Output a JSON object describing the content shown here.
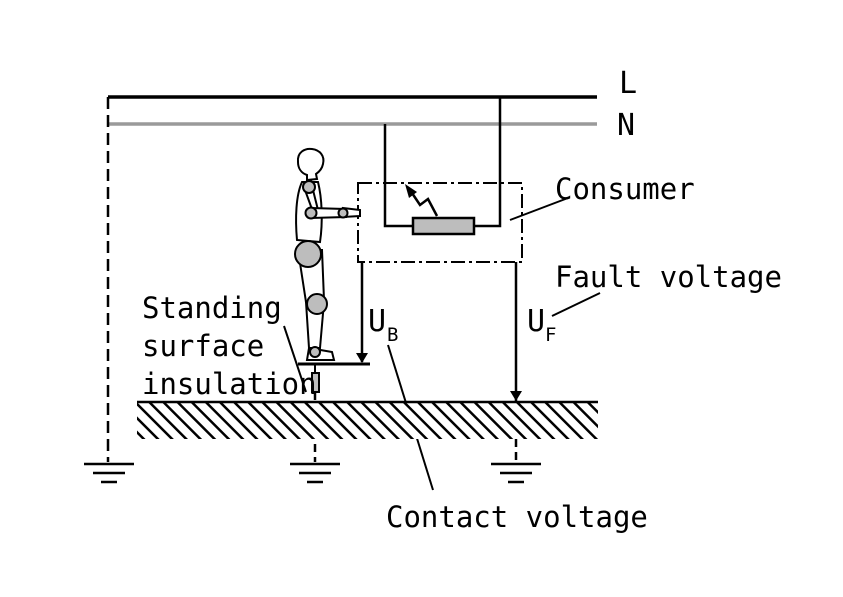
{
  "lines": {
    "live": "L",
    "neutral": "N"
  },
  "labels": {
    "consumer": "Consumer",
    "fault_voltage": "Fault voltage",
    "contact_voltage": "Contact voltage",
    "insulation_line1": "Standing",
    "insulation_line2": "surface",
    "insulation_line3": "insulation"
  },
  "symbols": {
    "ub_main": "U",
    "ub_sub": "B",
    "uf_main": "U",
    "uf_sub": "F"
  },
  "colors": {
    "ink": "#000000",
    "neutral_line": "#9a9a9a",
    "component_fill": "#bdbdbd",
    "background": "#ffffff"
  }
}
